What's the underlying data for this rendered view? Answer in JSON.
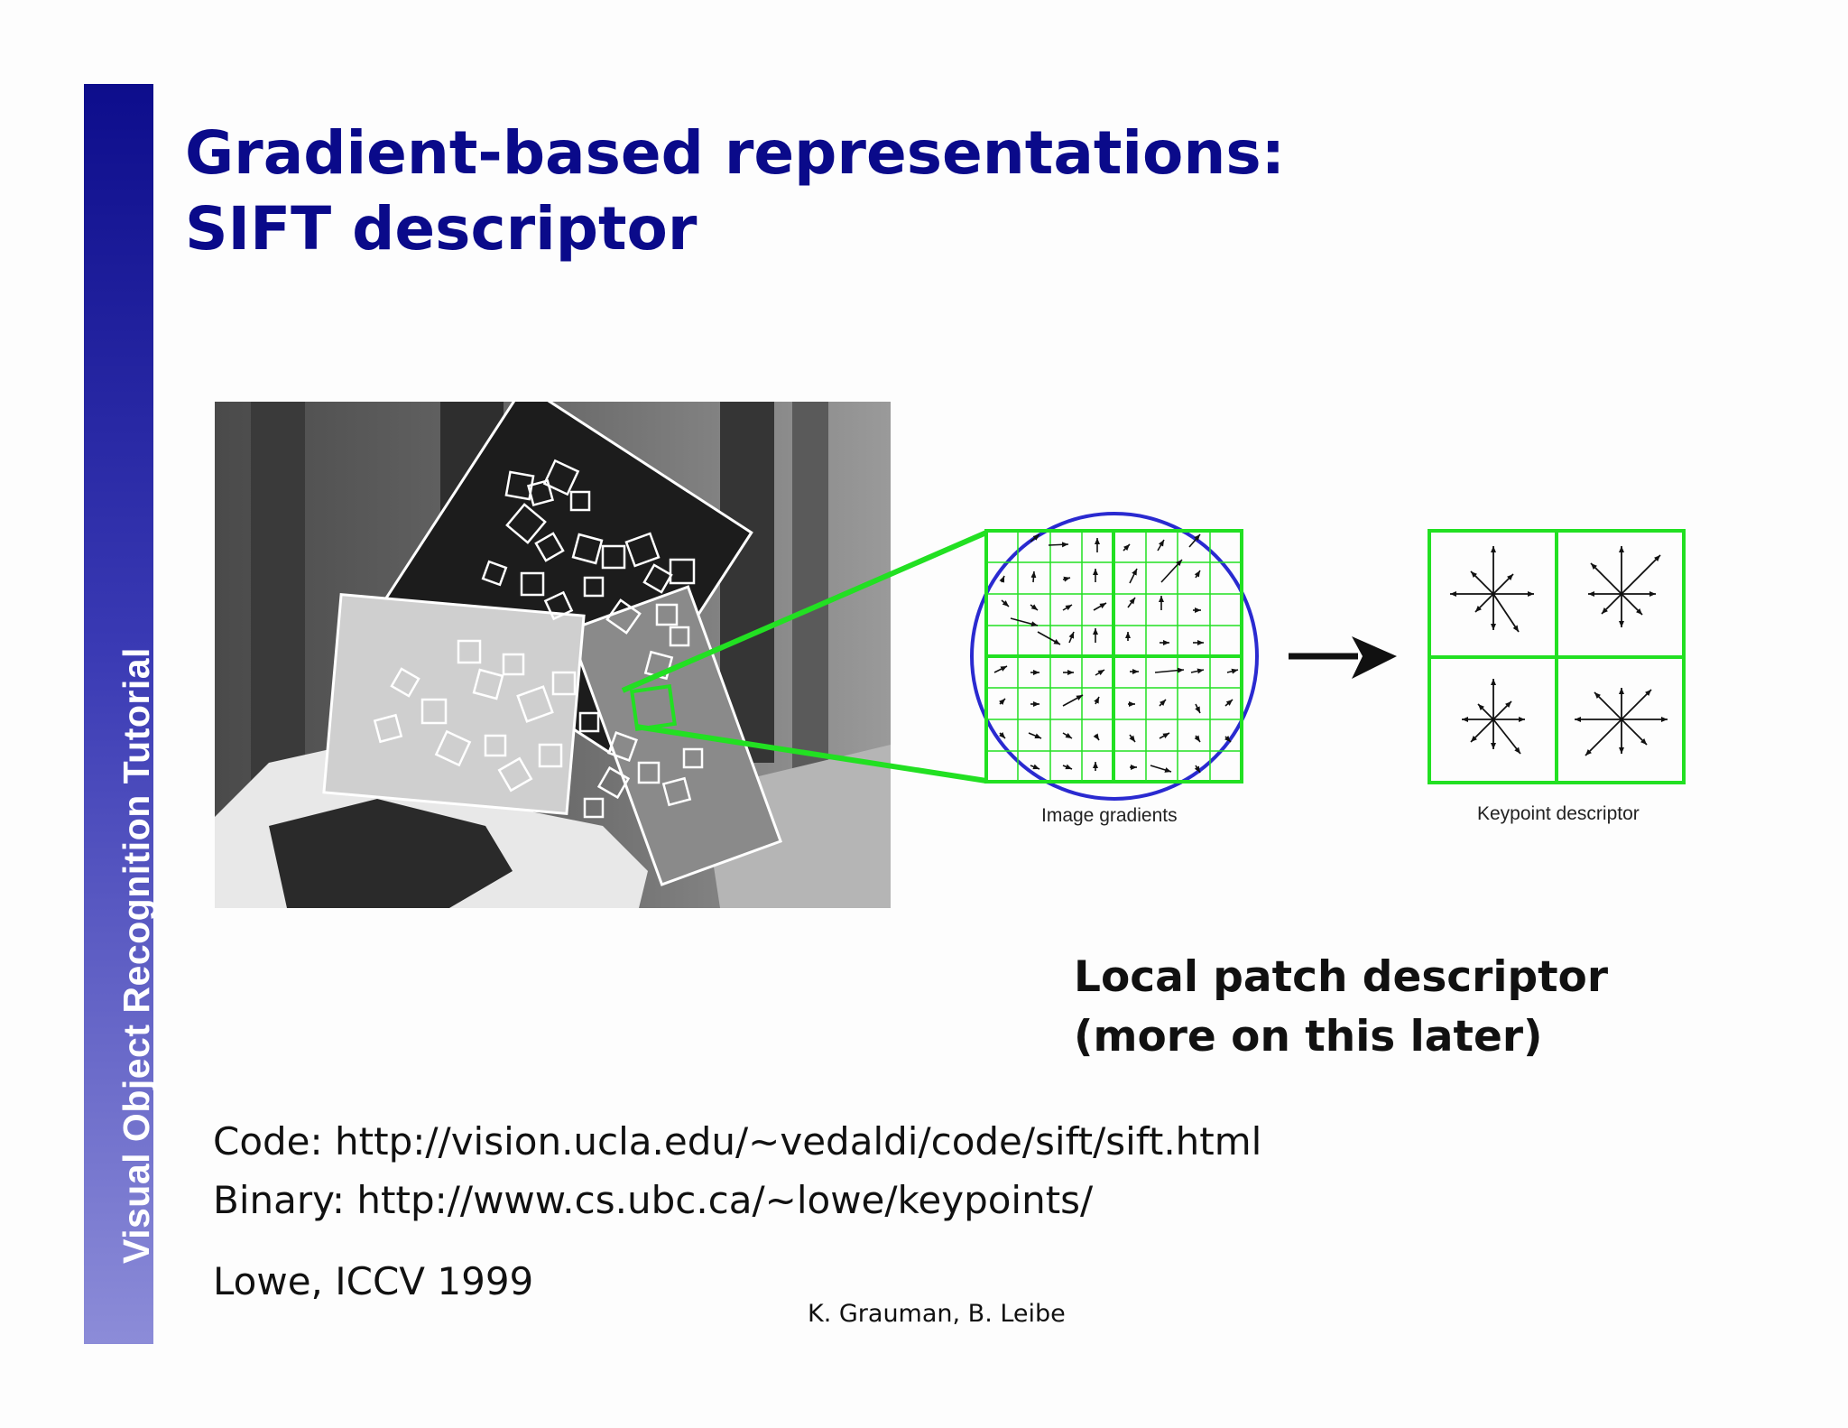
{
  "sidebar": {
    "label": "Visual Object Recognition Tutorial"
  },
  "title": {
    "line1": "Gradient-based representations:",
    "line2": "SIFT descriptor"
  },
  "figure": {
    "photo_name": "grayscale-scene-with-keypoints",
    "gradients_caption": "Image gradients",
    "descriptor_caption": "Keypoint descriptor",
    "highlight_color": "#22e022",
    "circle_color": "#2a2ad0"
  },
  "local_patch": {
    "line1": "Local patch descriptor",
    "line2": "(more on this later)"
  },
  "links": {
    "code": "Code: http://vision.ucla.edu/~vedaldi/code/sift/sift.html",
    "binary": "Binary: http://www.cs.ubc.ca/~lowe/keypoints/"
  },
  "citation": "Lowe, ICCV 1999",
  "credit": "K. Grauman, B. Leibe"
}
